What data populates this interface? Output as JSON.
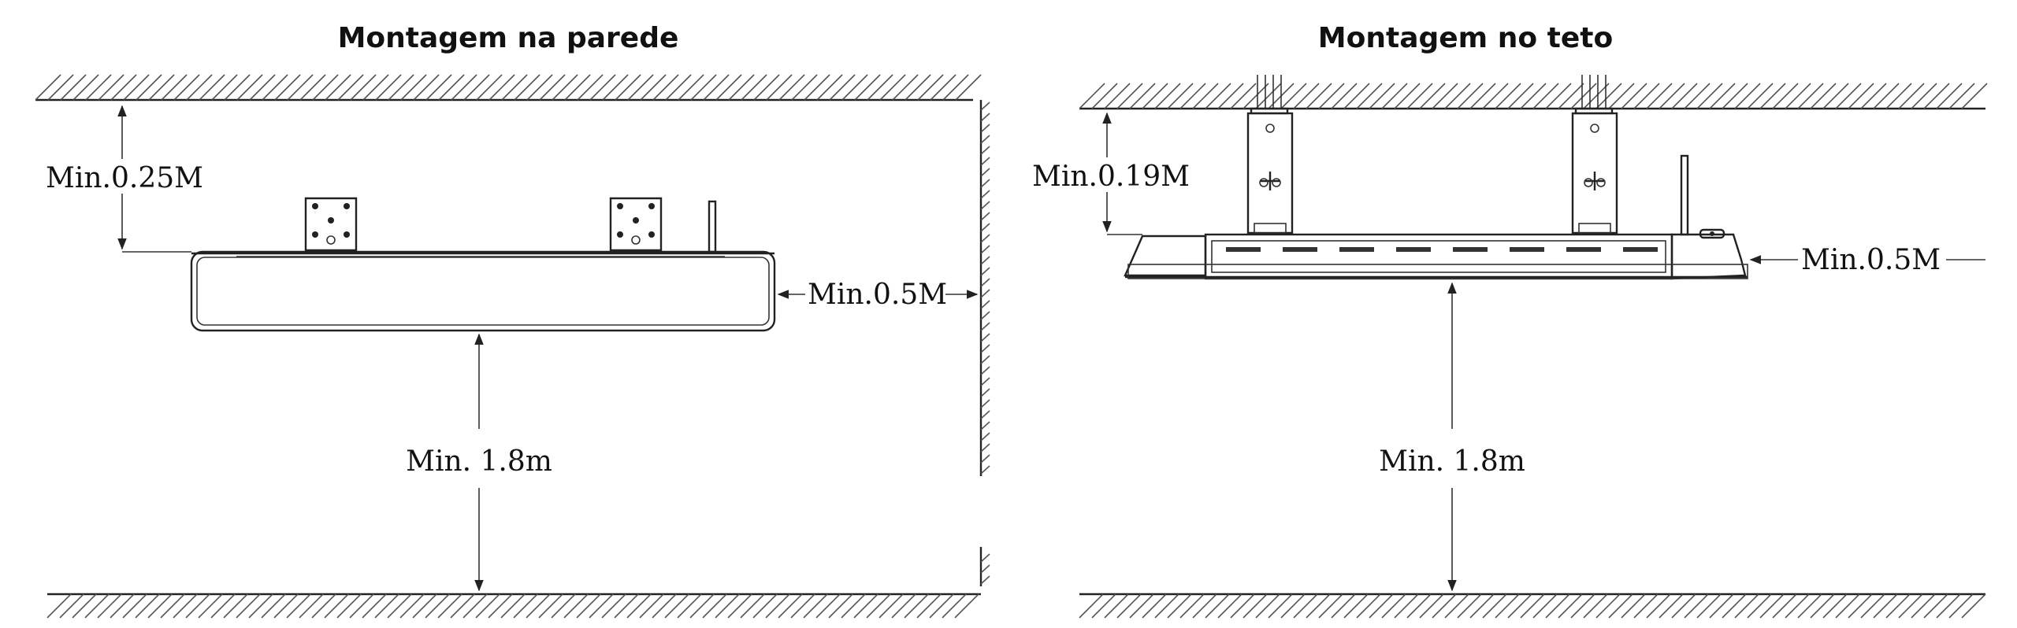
{
  "panels": [
    {
      "title": "Montagem na parede",
      "dims": {
        "top": "Min.0.25M",
        "side": "Min.0.5M",
        "bottom": "Min. 1.8m"
      }
    },
    {
      "title": "Montagem no teto",
      "dims": {
        "top": "Min.0.19M",
        "side": "Min.0.5M",
        "bottom": "Min. 1.8m"
      }
    }
  ],
  "colors": {
    "line": "#222222",
    "hatch": "#555555",
    "background": "#ffffff"
  }
}
